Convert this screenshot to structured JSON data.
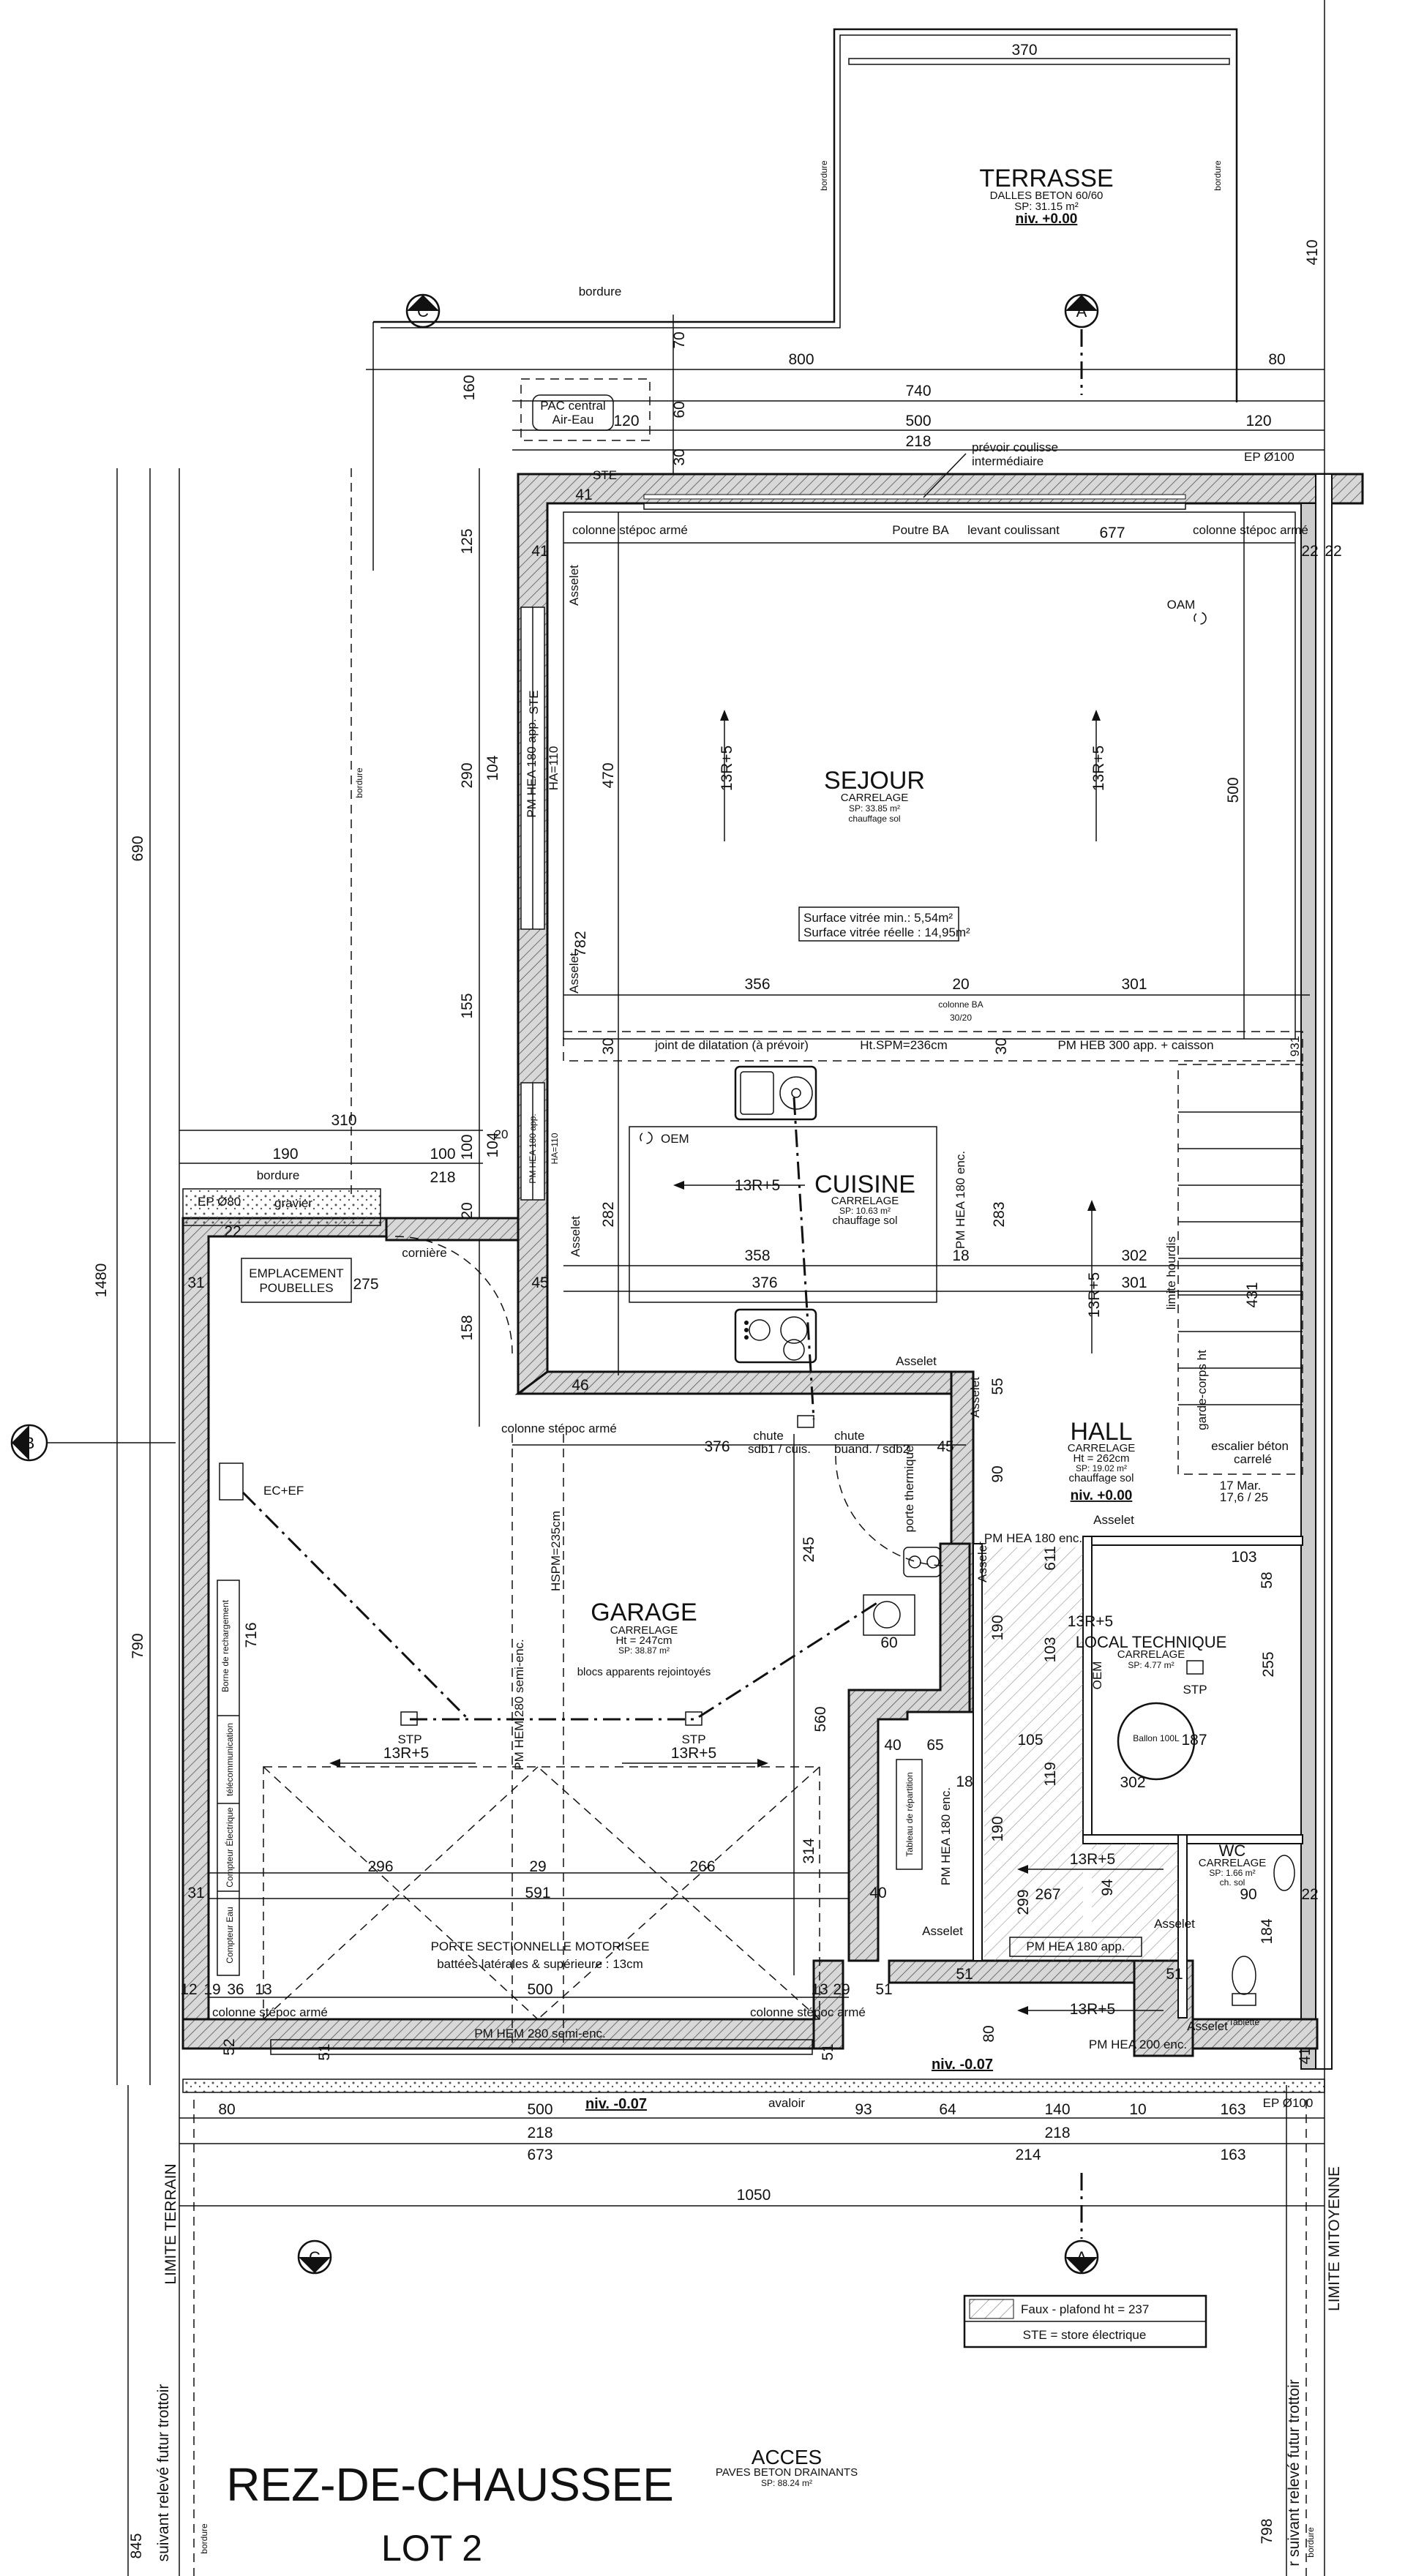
{
  "title": {
    "main": "REZ-DE-CHAUSSEE",
    "sub": "LOT 2"
  },
  "rooms": {
    "terrasse": {
      "name": "TERRASSE",
      "finish": "DALLES BETON 60/60",
      "area": "SP: 31.15 m²",
      "level": "niv. +0.00"
    },
    "sejour": {
      "name": "SEJOUR",
      "finish": "CARRELAGE",
      "area": "SP: 33.85 m²",
      "extra": "chauffage sol"
    },
    "cuisine": {
      "name": "CUISINE",
      "finish": "CARRELAGE",
      "area": "SP: 10.63 m²",
      "extra": "chauffage sol"
    },
    "garage": {
      "name": "GARAGE",
      "finish": "CARRELAGE",
      "height": "Ht = 247cm",
      "area": "SP: 38.87 m²",
      "extra": "blocs apparents rejointoyés"
    },
    "hall": {
      "name": "HALL",
      "finish": "CARRELAGE",
      "height": "Ht = 262cm",
      "area": "SP: 19.02 m²",
      "extra": "chauffage sol",
      "level": "niv. +0.00"
    },
    "local": {
      "name": "LOCAL TECHNIQUE",
      "finish": "CARRELAGE",
      "area": "SP: 4.77 m²"
    },
    "wc": {
      "name": "WC",
      "finish": "CARRELAGE",
      "area": "SP: 1.66 m²",
      "extra": "ch. sol"
    },
    "acces": {
      "name": "ACCES",
      "finish": "PAVES BETON DRAINANTS",
      "area": "SP: 88.24 m²"
    }
  },
  "labels": {
    "vitree1": "Surface vitrée min.: 5,54m²",
    "vitree2": "Surface vitrée réelle : 14,95m²",
    "pac": "PAC central",
    "pac2": "Air-Eau",
    "prevoir1": "prévoir coulisse",
    "prevoir2": "intermédiaire",
    "ste": "STE",
    "colonne": "colonne stépoc armé",
    "poutre": "Poutre BA",
    "levant": "levant coulissant",
    "oam": "OAM",
    "oem": "OEM",
    "joint": "joint de dilatation (à prévoir)",
    "htspm": "Ht.SPM=236cm",
    "pmheb": "PM HEB 300 app.  + caisson",
    "colba": "colonne BA",
    "colba2": "30/20",
    "pmhea180app": "PM HEA 180 app.",
    "pmhea180enc": "PM HEA 180 enc.",
    "ha110": "HA=110",
    "asselet": "Asselet",
    "emplacement1": "EMPLACEMENT",
    "emplacement2": "POUBELLES",
    "corniere": "cornière",
    "ep80": "EP Ø80",
    "gravier": "gravier",
    "bordure": "bordure",
    "chute1": "chute",
    "chute1b": "sdb1 / cuis.",
    "chute2": "chute",
    "chute2b": "buand. / sdb2",
    "porte_thermique": "porte thermique",
    "ecef": "EC+EF",
    "borne": "Borne de rechargement",
    "telecom": "télécommunication",
    "compteur_elec": "Compteur Électrique",
    "compteur_eau": "Compteur Eau",
    "pmhem280": "PM HEM 280 semi-enc.",
    "hspm235": "HSPM=235cm",
    "stp": "STP",
    "porte_sect": "PORTE SECTIONNELLE MOTORISEE",
    "battees": "battées latérales & supérieure : 13cm",
    "pmhem280b": "PM HEM 280 semi-enc.",
    "niv007": "niv. -0.07",
    "avaloir": "avaloir",
    "tableau": "Tableau de répartition",
    "pmhea180app2": "PM HEA 180 app.",
    "pmhea200": "PM HEA 200 enc.",
    "ballon": "Ballon 100L",
    "tablette": "Tablette",
    "ep100": "EP Ø100",
    "escalier1": "escalier béton",
    "escalier2": "carrelé",
    "mar": "17 Mar.",
    "mar2": "17,6 / 25",
    "limite_hourdis": "limite hourdis",
    "garde_corps": "garde-corps ht",
    "faux_plafond": "Faux - plafond ht = 237",
    "ste_legend": "STE = store électrique",
    "limite_terrain": "LIMITE TERRAIN",
    "limite_mitoyenne": "LIMITE MITOYENNE",
    "trottoir": "suivant relevé futur trottoir",
    "trottoir2": "r suivant relevé futur trottoir",
    "r13": "13R+5",
    "sec_a": "A",
    "sec_b": "B",
    "sec_c": "C"
  },
  "dims": {
    "d370": "370",
    "d410": "410",
    "d800": "800",
    "d80": "80",
    "d740": "740",
    "d500": "500",
    "d120": "120",
    "d218": "218",
    "d160": "160",
    "d70": "70",
    "d60": "60",
    "d30": "30",
    "d677": "677",
    "d125": "125",
    "d41": "41",
    "d22": "22",
    "d290": "290",
    "d104": "104",
    "d470": "470",
    "d690": "690",
    "d782": "782",
    "d155": "155",
    "d356": "356",
    "d20": "20",
    "d301": "301",
    "d931": "931",
    "d310": "310",
    "d190": "190",
    "d100": "100",
    "d282": "282",
    "d283": "283",
    "d358": "358",
    "d18": "18",
    "d302": "302",
    "d376": "376",
    "d275": "275",
    "d45": "45",
    "d31": "31",
    "d158": "158",
    "d1480": "1480",
    "d431": "431",
    "d55": "55",
    "d46": "46",
    "d90": "90",
    "d245": "245",
    "d611": "611",
    "d103": "103",
    "d58": "58",
    "d716": "716",
    "d790": "790",
    "d560": "560",
    "d105": "105",
    "d187": "187",
    "d40": "40",
    "d65": "65",
    "d119": "119",
    "d296": "296",
    "d29": "29",
    "d266": "266",
    "d591": "591",
    "d314": "314",
    "d267": "267",
    "d299": "299",
    "d94": "94",
    "d184": "184",
    "d51": "51",
    "d12": "12",
    "d19": "19",
    "d36": "36",
    "d13": "13",
    "d52": "52",
    "d93": "93",
    "d64": "64",
    "d140": "140",
    "d10": "10",
    "d163": "163",
    "d673": "673",
    "d214": "214",
    "d1050": "1050",
    "d845": "845",
    "d798": "798",
    "d255": "255"
  }
}
